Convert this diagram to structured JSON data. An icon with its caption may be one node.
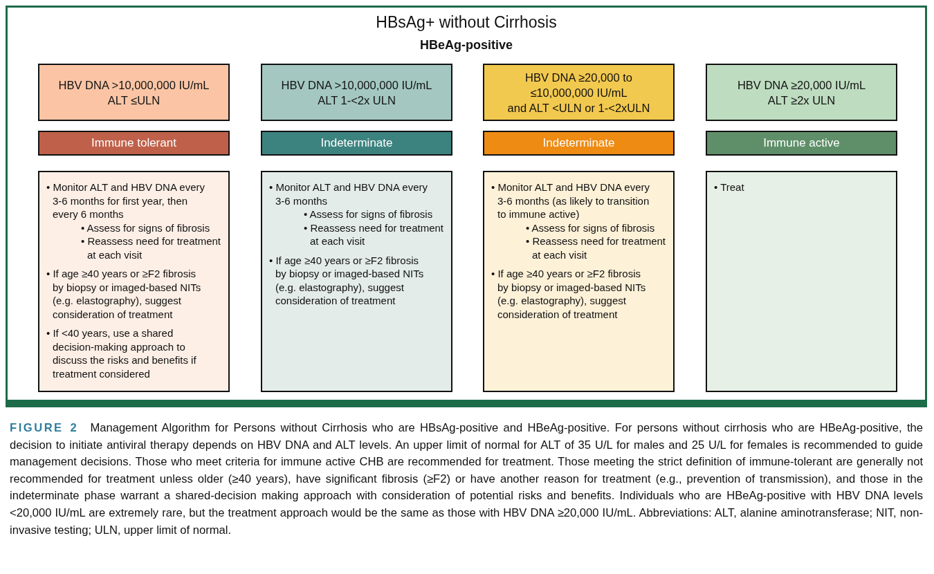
{
  "diagram": {
    "title": "HBsAg+ without Cirrhosis",
    "caption": "**FIGURE 2** Management Algorithm for Persons without Cirrhosis who are HBsAg-positive and HBeAg-positive. For persons without cirrhosis who are HBeAg-positive, the decision to initiate antiviral therapy depends on HBV DNA and ALT levels. An upper limit of normal for ALT of 35 U/L for males and 25 U/L for females is recommended to guide management decisions. Those who meet criteria for immune active CHB are recommended for treatment. Those meeting the strict definition of immune-tolerant are generally not recommended for treatment unless older (≥40 years), have significant fibrosis (≥F2) or have another reason for treatment (e.g., prevention of transmission), and those in the indeterminate phase warrant a shared-decision making approach with consideration of potential risks and benefits. Individuals who are HBeAg-positive with HBV DNA levels <20,000 IU/mL are extremely rare, but the treatment approach would be the same as those with HBV DNA ≥20,000 IU/mL. Abbreviations: ALT, alanine aminotransferase; NIT, non-invasive testing; ULN, upper limit of normal.",
    "nodes": [
      {
        "text": [
          "HBeAg-positive"
        ]
      },
      {
        "text": [
          "HBV DNA >10,000,000 IU/mL",
          "ALT ≤ULN"
        ],
        "in": 0
      },
      {
        "text": [
          "HBV DNA >10,000,000 IU/mL",
          "ALT 1-<2x ULN"
        ],
        "in": 0
      },
      {
        "text": [
          "HBV DNA ≥20,000 to ≤10,000,000 IU/mL",
          "and ALT <ULN or 1-<2xULN"
        ],
        "in": 0
      },
      {
        "text": [
          "HBV DNA ≥20,000 IU/mL",
          "ALT ≥2x ULN"
        ],
        "in": 0
      },
      {
        "text": [
          "Immune tolerant"
        ],
        "in": 0
      },
      {
        "text": [
          "Indeterminate"
        ],
        "in": 0
      },
      {
        "text": [
          "Indeterminate"
        ],
        "in": 0
      },
      {
        "text": [
          "Immune active"
        ],
        "in": 0
      },
      {
        "text": [
          "• Monitor ALT and HBV DNA every 3-6 months for first year, then every 6 months",
          "• Assess for signs of fibrosis",
          "• Reassess need for treatment at each visit",
          "• If age ≥40 years or ≥F2 fibrosis by biopsy or imaged-based NITs (e.g. elastography), suggest consideration of treatment",
          "• If <40 years, use a shared decision-making approach to discuss the risks and benefits if treatment considered"
        ],
        "in": 0
      },
      {
        "text": [
          "• Monitor ALT and HBV DNA every 3-6 months",
          "• Assess for signs of fibrosis",
          "• Reassess need for treatment at each visit",
          "• If age ≥40 years or ≥F2 fibrosis by biopsy or imaged-based NITs (e.g. elastography), suggest consideration of treatment"
        ],
        "in": 0
      },
      {
        "text": [
          "• Monitor ALT and HBV DNA every 3-6 months (as likely to transition to immune active)",
          "• Assess for signs of fibrosis",
          "• Reassess need for treatment at each visit",
          "• If age ≥40 years or ≥F2 fibrosis by biopsy or imaged-based NITs (e.g. elastography), suggest consideration of treatment"
        ],
        "in": 0
      },
      {
        "text": [
          "• Treat"
        ],
        "in": 0
      }
    ]
  }
}
